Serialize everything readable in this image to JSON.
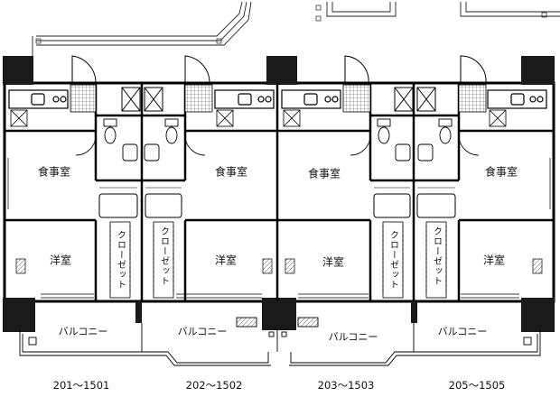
{
  "rooms": {
    "dining": "食事室",
    "western": "洋室",
    "closet": "クローゼット",
    "balcony": "バルコニー"
  },
  "units": [
    "201～1501",
    "202～1502",
    "203～1503",
    "205～1505"
  ]
}
